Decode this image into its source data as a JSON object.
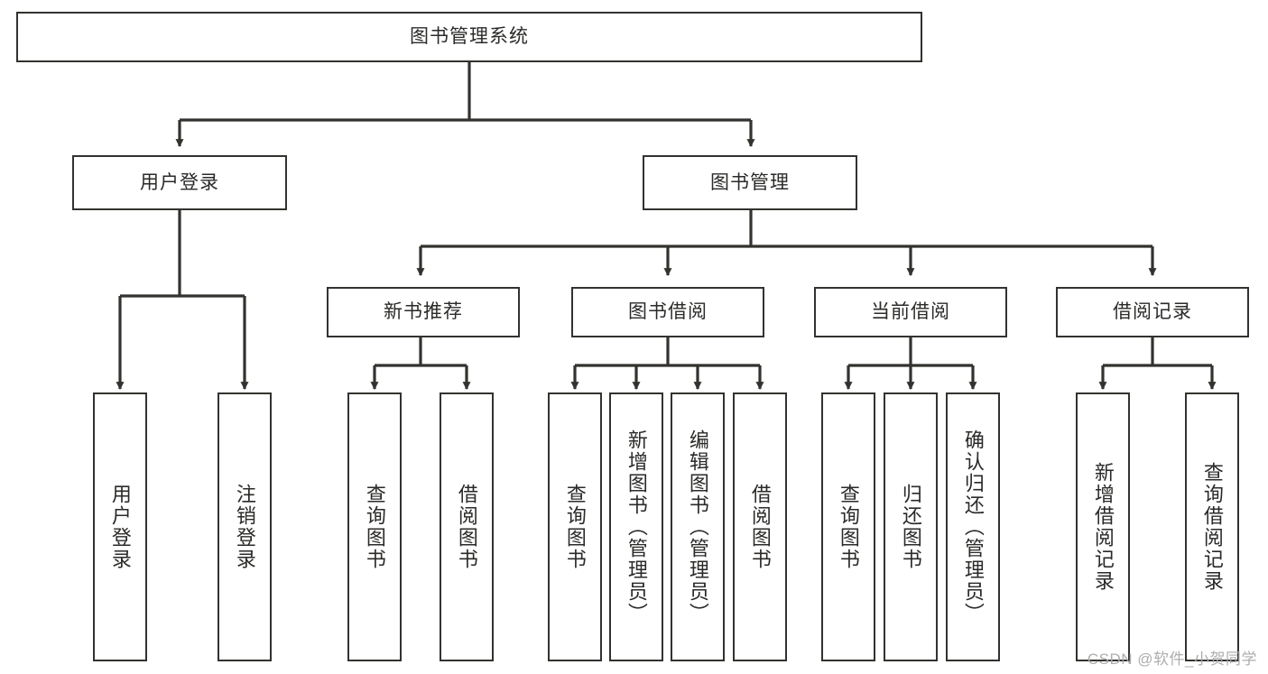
{
  "diagram": {
    "type": "tree",
    "title": "图书管理系统",
    "orientation": "top-down",
    "colors": {
      "box_border": "#33322f",
      "box_fill": "#ffffff",
      "connector": "#33322f",
      "text": "#2b2a28",
      "watermark": "#a9a9a9",
      "background": "#ffffff"
    },
    "nodes": {
      "root": {
        "label": "图书管理系统"
      },
      "level2": [
        {
          "label": "用户登录"
        },
        {
          "label": "图书管理"
        }
      ],
      "level3": [
        {
          "label": "新书推荐"
        },
        {
          "label": "图书借阅"
        },
        {
          "label": "当前借阅"
        },
        {
          "label": "借阅记录"
        }
      ],
      "leaves": {
        "user_login": [
          {
            "label": "用户登录"
          },
          {
            "label": "注销登录"
          }
        ],
        "new_book_recommend": [
          {
            "label": "查询图书"
          },
          {
            "label": "借阅图书"
          }
        ],
        "book_borrow": [
          {
            "label": "查询图书"
          },
          {
            "label": "新增图书（管理员）"
          },
          {
            "label": "编辑图书（管理员）"
          },
          {
            "label": "借阅图书"
          }
        ],
        "current_borrow": [
          {
            "label": "查询图书"
          },
          {
            "label": "归还图书"
          },
          {
            "label": "确认归还（管理员）"
          }
        ],
        "borrow_records": [
          {
            "label": "新增借阅记录"
          },
          {
            "label": "查询借阅记录"
          }
        ]
      }
    }
  },
  "watermark": {
    "text": "CSDN @软件_小贺同学"
  }
}
